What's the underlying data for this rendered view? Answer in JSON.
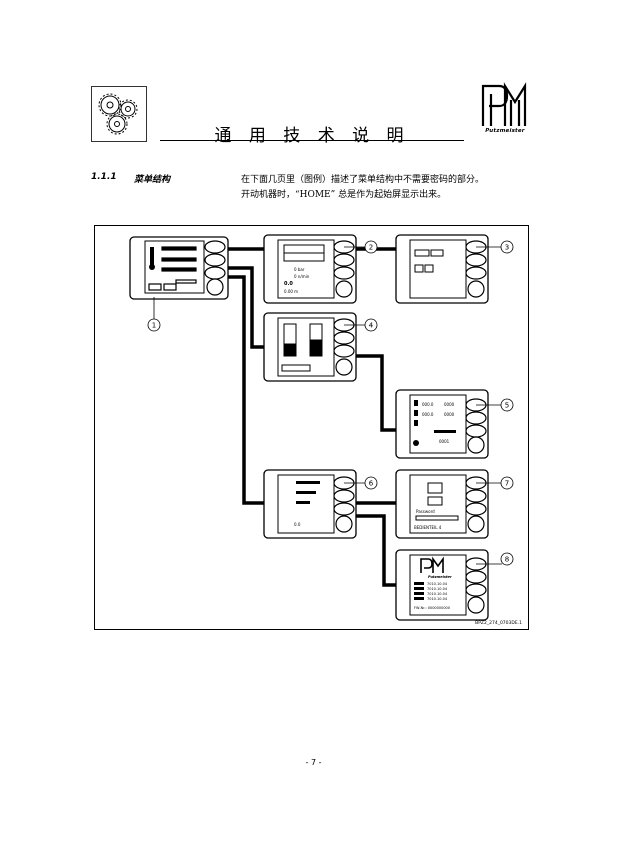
{
  "header": {
    "title": "通 用 技 术 说 明",
    "brand_logo": "pm-logo",
    "brand_text": "Putzmeister",
    "gear_icon": "gears-icon"
  },
  "section": {
    "number": "1.1.1",
    "title": "菜单结构",
    "paragraph_line1": "在下面几页里（图例）描述了菜单结构中不需要密码的部分。",
    "paragraph_line2": "开动机器时，“HOME” 总是作为起始屏显示出来。"
  },
  "figure": {
    "callouts": [
      "1",
      "2",
      "3",
      "4",
      "5",
      "6",
      "7",
      "8"
    ],
    "code": "BPZ2_274_0703DE.1",
    "screen2_labels": [
      "0 bar",
      "0 n/min",
      "0.0",
      "0.00 m"
    ],
    "screen5_labels": [
      "000.0",
      "0000",
      "000.0",
      "0000",
      "0001"
    ],
    "screen6_labels": [
      "0.0"
    ],
    "screen7_labels": [
      "Password",
      "BEDIENTEIL 4"
    ],
    "screen8_brand": "Putzmeister",
    "screen8_rows": [
      "7010.10.04",
      "7010.10.04",
      "7010.10.04",
      "7010.10.04"
    ],
    "screen8_footer": "FW-Nr.: 0000000000"
  },
  "page_number": "- 7 -"
}
